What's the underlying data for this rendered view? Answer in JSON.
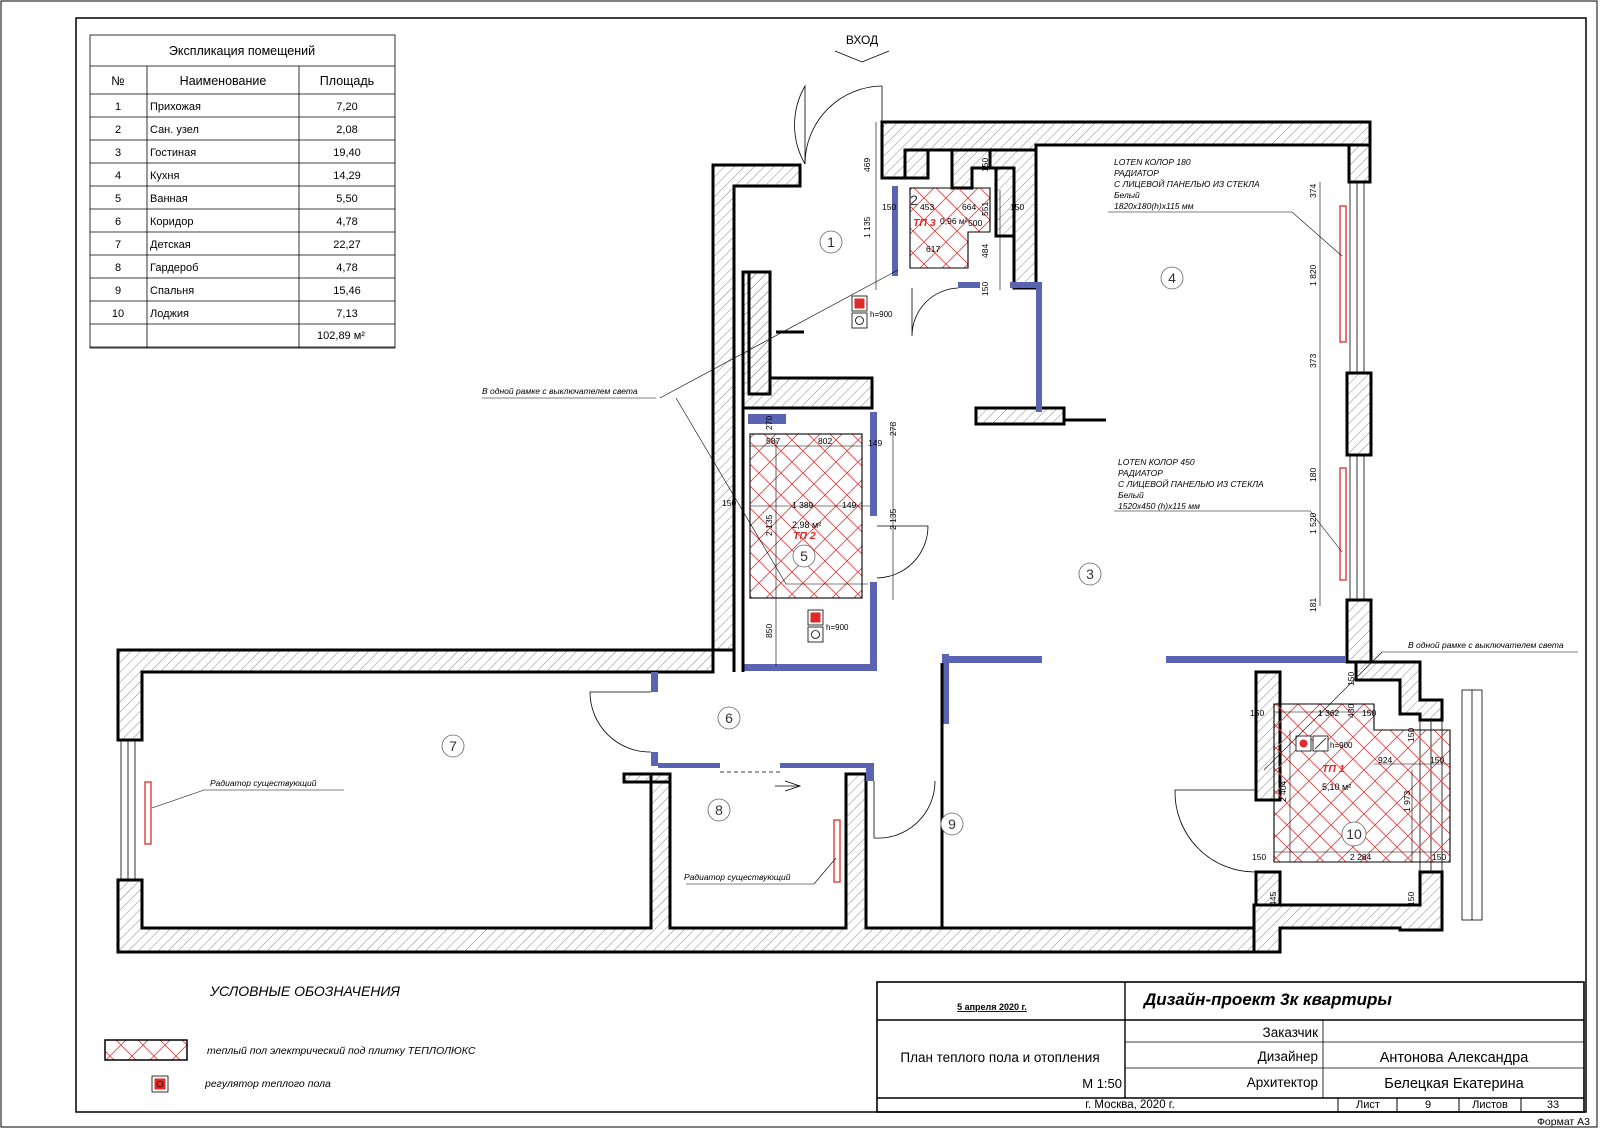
{
  "entrance_label": "ВХОД",
  "explication": {
    "title": "Экспликация помещений",
    "headers": [
      "№",
      "Наименование",
      "Площадь"
    ],
    "rows": [
      [
        "1",
        "Прихожая",
        "7,20"
      ],
      [
        "2",
        "Сан. узел",
        "2,08"
      ],
      [
        "3",
        "Гостиная",
        "19,40"
      ],
      [
        "4",
        "Кухня",
        "14,29"
      ],
      [
        "5",
        "Ванная",
        "5,50"
      ],
      [
        "6",
        "Коридор",
        "4,78"
      ],
      [
        "7",
        "Детская",
        "22,27"
      ],
      [
        "8",
        "Гардероб",
        "4,78"
      ],
      [
        "9",
        "Спальня",
        "15,46"
      ],
      [
        "10",
        "Лоджия",
        "7,13"
      ]
    ],
    "total": "102,89 м²"
  },
  "room_numbers": [
    "1",
    "2",
    "3",
    "4",
    "5",
    "6",
    "7",
    "8",
    "9",
    "10"
  ],
  "zones": [
    {
      "code": "ТП 3",
      "area": "0,96 м²"
    },
    {
      "code": "ТП 2",
      "area": "2,98 м²"
    },
    {
      "code": "ТП 1",
      "area": "5,10 м²"
    }
  ],
  "regulator_height": "h=900",
  "notes": {
    "switch_frame": "В одной рамке с выключателем света",
    "radiator_existing": "Радиатор  существующий"
  },
  "radiators": [
    {
      "lines": [
        "LOTEN КОЛОР 180",
        "РАДИАТОР",
        "С ЛИЦЕВОЙ ПАНЕЛЬЮ ИЗ СТЕКЛА",
        "Белый",
        "1820х180(h)х115 мм"
      ]
    },
    {
      "lines": [
        "LOTEN КОЛОР 450",
        "РАДИАТОР",
        "С ЛИЦЕВОЙ ПАНЕЛЬЮ ИЗ СТЕКЛА",
        "Белый",
        "1520х450 (h)х115 мм"
      ]
    }
  ],
  "dimensions": {
    "wc": [
      "469",
      "1 135",
      "150",
      "453",
      "664",
      "150",
      "150",
      "617",
      "484",
      "551",
      "500",
      "150"
    ],
    "bath": [
      "270",
      "278",
      "587",
      "802",
      "149",
      "150",
      "1 389",
      "149",
      "2 135",
      "2 135",
      "850"
    ],
    "kitchen": [
      "374",
      "1 820",
      "373",
      "180",
      "1 520",
      "181"
    ],
    "loggia": [
      "150",
      "150",
      "1 362",
      "430",
      "150",
      "150",
      "924",
      "150",
      "2 404",
      "1 973",
      "150",
      "2 284",
      "150",
      "445",
      "150"
    ]
  },
  "legend": {
    "title": "УСЛОВНЫЕ ОБОЗНАЧЕНИЯ",
    "items": [
      {
        "label": "теплый пол электрический под плитку ТЕПЛОЛЮКС"
      },
      {
        "label": "регулятор теплого пола"
      }
    ]
  },
  "title_block": {
    "date": "5 апреля 2020 г.",
    "project": "Дизайн-проект 3к квартиры",
    "drawing": "План теплого пола и отопления",
    "scale": "М 1:50",
    "roles": [
      "Заказчик",
      "Дизайнер",
      "Архитектор"
    ],
    "names": [
      "",
      "Антонова Александра",
      "Белецкая Екатерина"
    ],
    "city": "г. Москва, 2020 г.",
    "sheet_label": "Лист",
    "sheet_no": "9",
    "sheets_label": "Листов",
    "sheets_total": "33",
    "format": "Формат А3"
  },
  "colors": {
    "wall_outline": "#000000",
    "partition": "#5b64b3",
    "heated_floor": "#e24545",
    "radiator": "#e02a2a",
    "hatch": "#8a8a8a"
  }
}
